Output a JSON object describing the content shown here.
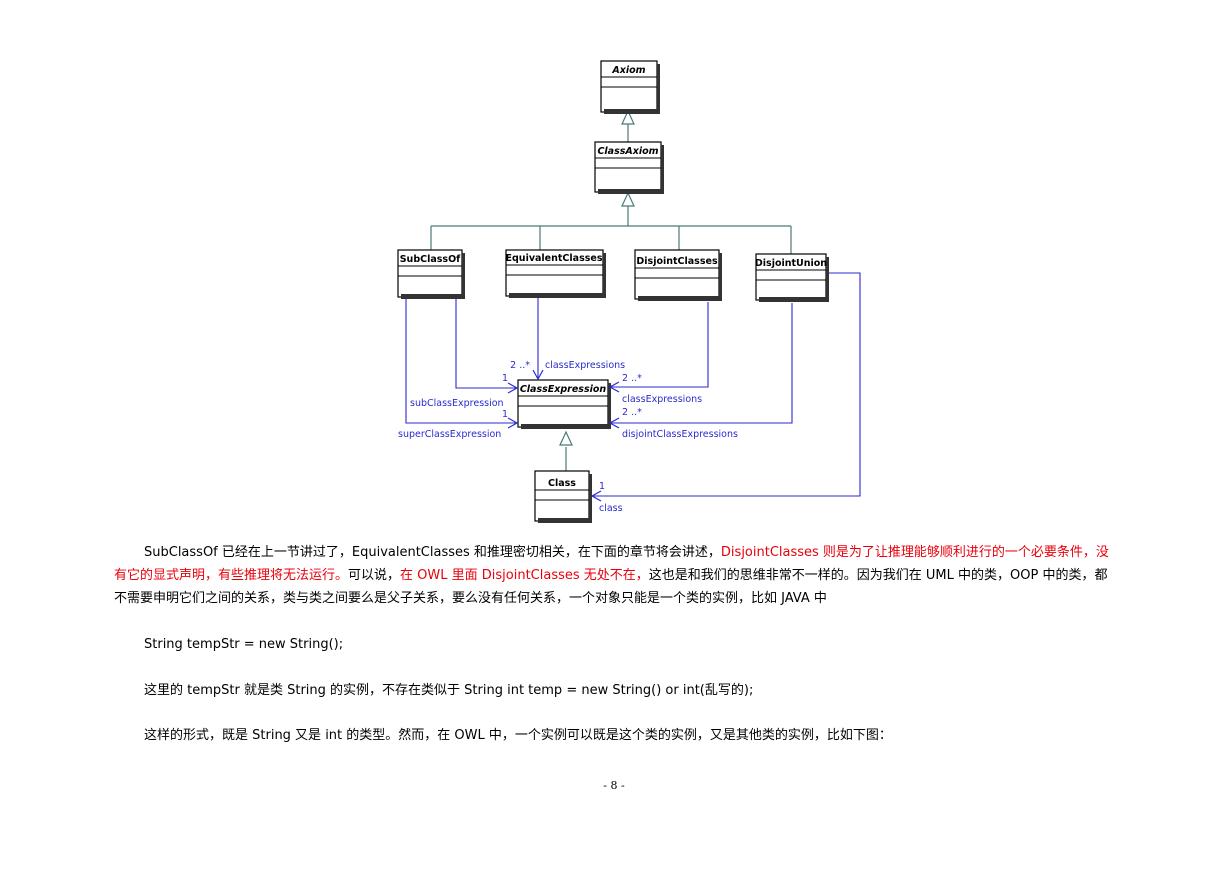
{
  "diagram": {
    "classes": {
      "axiom": "Axiom",
      "class_axiom": "ClassAxiom",
      "subclassof": "SubClassOf",
      "equivalentclasses": "EquivalentClasses",
      "disjointclasses": "DisjointClasses",
      "disjointunion": "DisjointUnion",
      "class_expression": "ClassExpression",
      "class": "Class"
    },
    "labels": {
      "eq_mult": "2 ..*",
      "eq_role": "classExpressions",
      "sub_mult": "1",
      "sub_role": "subClassExpression",
      "sup_mult": "1",
      "sup_role": "superClassExpression",
      "dc_mult": "2 ..*",
      "dc_role": "classExpressions",
      "du_mult": "2 ..*",
      "du_role": "disjointClassExpressions",
      "class_mult": "1",
      "class_role": "class"
    }
  },
  "paragraphs": {
    "p1_a": "SubClassOf 已经在上一节讲过了，EquivalentClasses 和推理密切相关，在下面的章节将会讲述，",
    "p1_red1": "DisjointClasses 则是为了让推理能够顺利进行的一个必要条件，没有它的显式声明，有些推理将无法运行。",
    "p1_b": "可以说，",
    "p1_red2": "在 OWL 里面 DisjointClasses 无处不在，",
    "p1_c": "这也是和我们的思维非常不一样的。因为我们在 UML 中的类，OOP 中的类，都不需要申明它们之间的关系，类与类之间要么是父子关系，要么没有任何关系，一个对象只能是一个类的实例，比如 JAVA 中",
    "p2": "String tempStr = new String();",
    "p3": "这里的 tempStr 就是类 String 的实例，不存在类似于 String int temp = new String() or int(乱写的);",
    "p4": "这样的形式，既是 String 又是 int 的类型。然而，在 OWL 中，一个实例可以既是这个类的实例，又是其他类的实例，比如下图："
  },
  "page_number": "- 8 -"
}
